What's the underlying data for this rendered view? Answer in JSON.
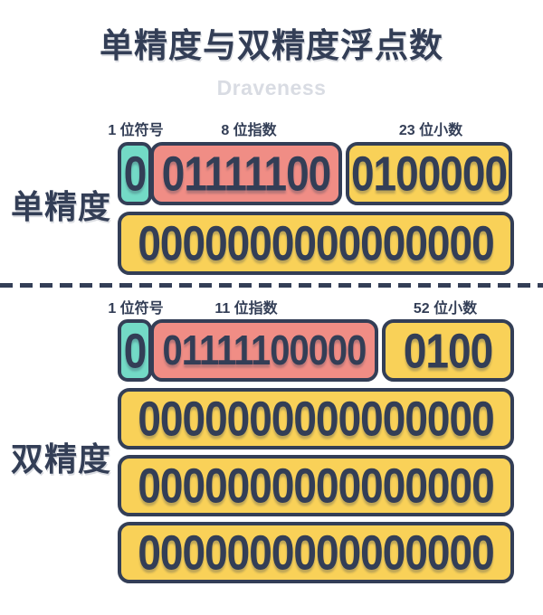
{
  "title": "单精度与双精度浮点数",
  "watermark": "Draveness",
  "colors": {
    "navy": "#333E56",
    "teal": "#73DAC6",
    "salmon": "#F08D85",
    "yellow": "#F9D158",
    "watermark_gray": "#D9DCE3",
    "background": "#FFFFFF"
  },
  "single": {
    "side_label": "单精度",
    "labels": {
      "sign": "1 位符号",
      "exponent": "8 位指数",
      "fraction": "23 位小数"
    },
    "row1": {
      "sign": "0",
      "exponent": "01111100",
      "fraction": "0100000"
    },
    "row2": "0000000000000000"
  },
  "double": {
    "side_label": "双精度",
    "labels": {
      "sign": "1 位符号",
      "exponent": "11 位指数",
      "fraction": "52 位小数"
    },
    "row1": {
      "sign": "0",
      "exponent": "01111100000",
      "fraction": "0100"
    },
    "row2": "0000000000000000",
    "row3": "0000000000000000",
    "row4": "0000000000000000"
  }
}
